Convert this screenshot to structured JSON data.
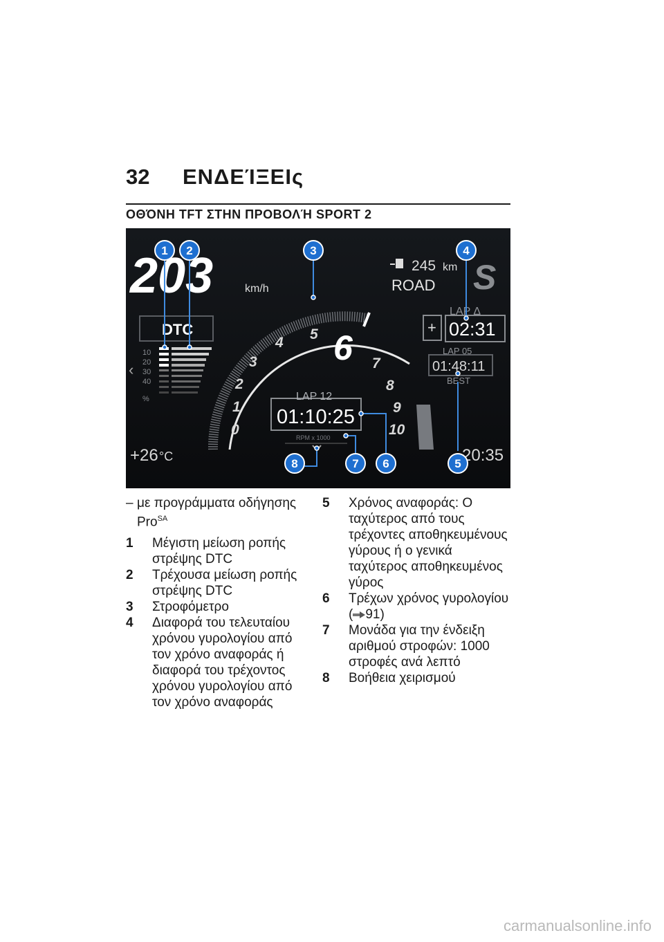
{
  "header": {
    "page_number": "32",
    "chapter": "ΕΝΔΕΊΞΕΙς",
    "section_title": "ΟΘΌΝΗ TFT ΣΤΗΝ ΠΡΟΒΟΛΉ SPORT 2"
  },
  "display": {
    "speed": "203",
    "speed_unit": "km/h",
    "range_value": "245",
    "range_unit": "km",
    "riding_mode": "ROAD",
    "mode_letter": "S",
    "dtc_label": "DTC",
    "dtc_scale": [
      "10",
      "20",
      "30",
      "40",
      "%"
    ],
    "gear": "6",
    "tach_numbers": [
      "0",
      "1",
      "2",
      "3",
      "4",
      "5",
      "7",
      "8",
      "9",
      "10"
    ],
    "lap_delta_label": "LAP Δ",
    "lap_delta_time": "02:31",
    "plus_symbol": "+",
    "best_lap_label": "LAP 05",
    "best_lap_time": "01:48:11",
    "best_label": "BEST",
    "current_lap_label": "LAP 12",
    "current_lap_time": "01:10:25",
    "rpm_label": "RPM x 1000",
    "temperature": "+26",
    "temperature_unit": "°C",
    "clock": "20:35",
    "callouts": [
      "1",
      "2",
      "3",
      "4",
      "5",
      "6",
      "7",
      "8"
    ],
    "colors": {
      "callout": "#1e6fd0",
      "accent": "#ffffff",
      "background": "#0d0f12"
    }
  },
  "legend": {
    "note_dash": "–",
    "note_text": "με προγράμματα οδήγησης Pro",
    "note_sup": "SA",
    "items": [
      {
        "num": "1",
        "text": "Μέγιστη μείωση ροπής στρέψης DTC"
      },
      {
        "num": "2",
        "text": "Τρέχουσα μείωση ροπής στρέψης DTC"
      },
      {
        "num": "3",
        "text": "Στροφόμετρο"
      },
      {
        "num": "4",
        "text": "Διαφορά του τελευταίου χρόνου γυρολογίου από τον χρόνο αναφοράς ή διαφορά του τρέχοντος χρόνου γυρολογίου από τον χρόνο αναφοράς"
      },
      {
        "num": "5",
        "text": "Χρόνος αναφοράς: Ο ταχύτερος από τους τρέχοντες αποθηκευμένους γύρους ή ο γενικά ταχύτερος αποθηκευμένος γύρος"
      },
      {
        "num": "6",
        "text": "Τρέχων χρόνος γυρολογίου",
        "ref_open": "(",
        "ref": "91)"
      },
      {
        "num": "7",
        "text": "Μονάδα για την ένδειξη αριθμού στροφών: 1000 στροφές ανά λεπτό"
      },
      {
        "num": "8",
        "text": "Βοήθεια χειρισμού"
      }
    ]
  },
  "watermark": "carmanualsonline.info"
}
